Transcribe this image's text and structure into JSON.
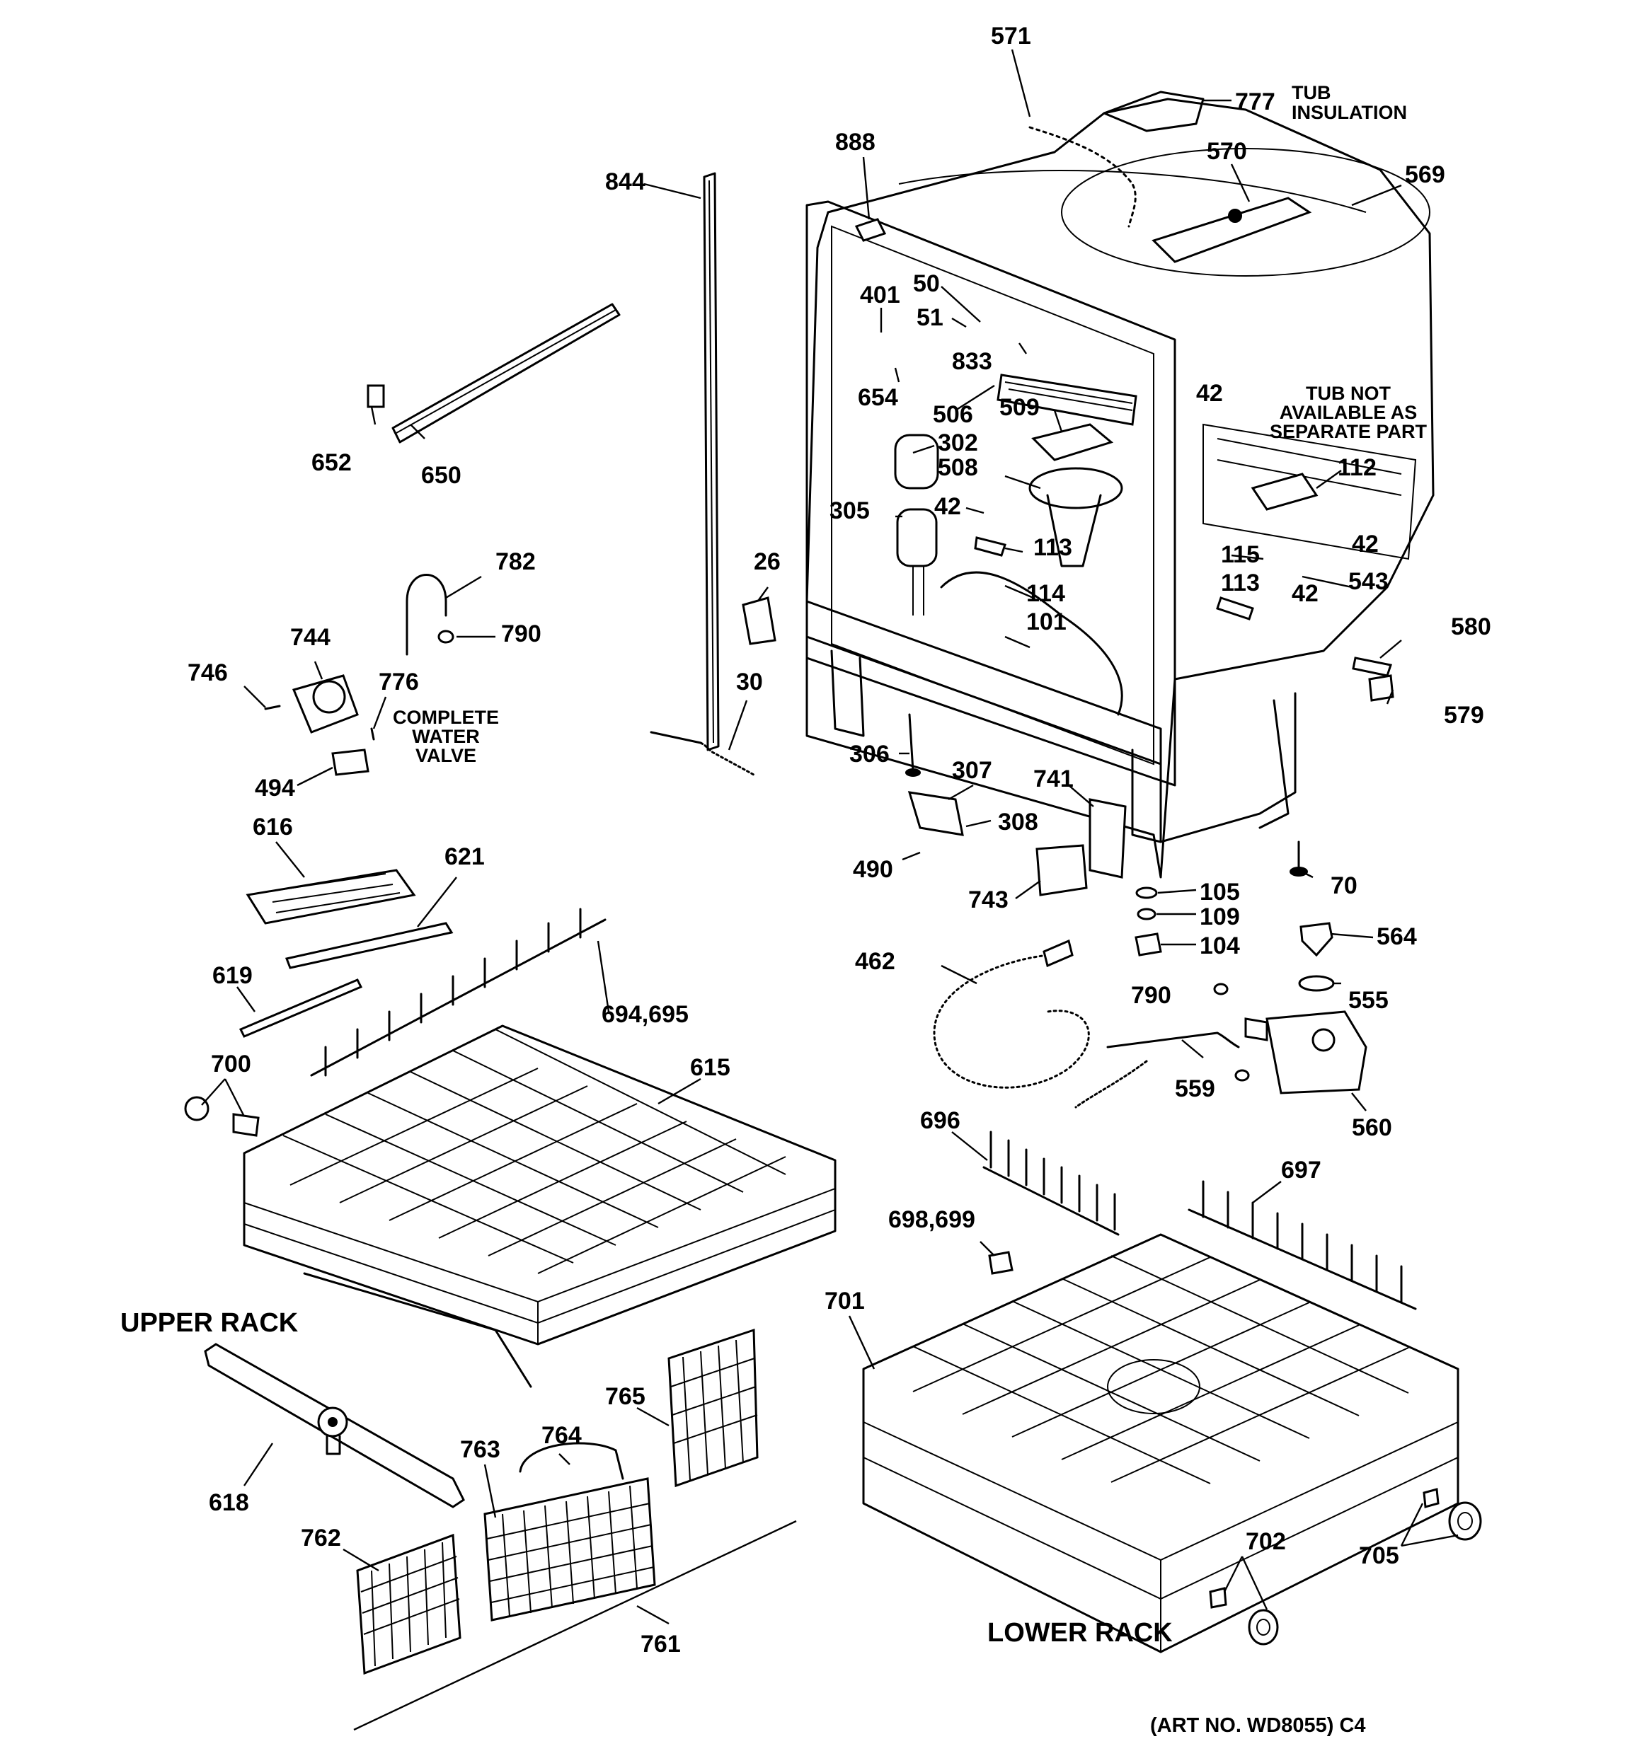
{
  "diagram": {
    "callouts": [
      "571",
      "777",
      "888",
      "570",
      "569",
      "844",
      "50",
      "401",
      "51",
      "833",
      "654",
      "506",
      "509",
      "302",
      "508",
      "305",
      "42",
      "652",
      "650",
      "782",
      "790",
      "26",
      "744",
      "746",
      "776",
      "494",
      "30",
      "113",
      "114",
      "101",
      "115",
      "543",
      "112",
      "306",
      "307",
      "741",
      "308",
      "490",
      "743",
      "105",
      "109",
      "104",
      "70",
      "580",
      "579",
      "616",
      "621",
      "619",
      "694,695",
      "700",
      "615",
      "462",
      "564",
      "555",
      "559",
      "560",
      "696",
      "697",
      "698,699",
      "701",
      "618",
      "763",
      "764",
      "765",
      "762",
      "761",
      "702",
      "705"
    ],
    "notes": {
      "tub_insulation_line1": "TUB",
      "tub_insulation_line2": "INSULATION",
      "tub_not_line1": "TUB NOT",
      "tub_not_line2": "AVAILABLE AS",
      "tub_not_line3": "SEPARATE PART",
      "water_valve_line1": "COMPLETE",
      "water_valve_line2": "WATER",
      "water_valve_line3": "VALVE"
    },
    "sections": {
      "upper_rack": "UPPER RACK",
      "lower_rack": "LOWER RACK"
    },
    "art_number": "(ART NO. WD8055) C4"
  }
}
